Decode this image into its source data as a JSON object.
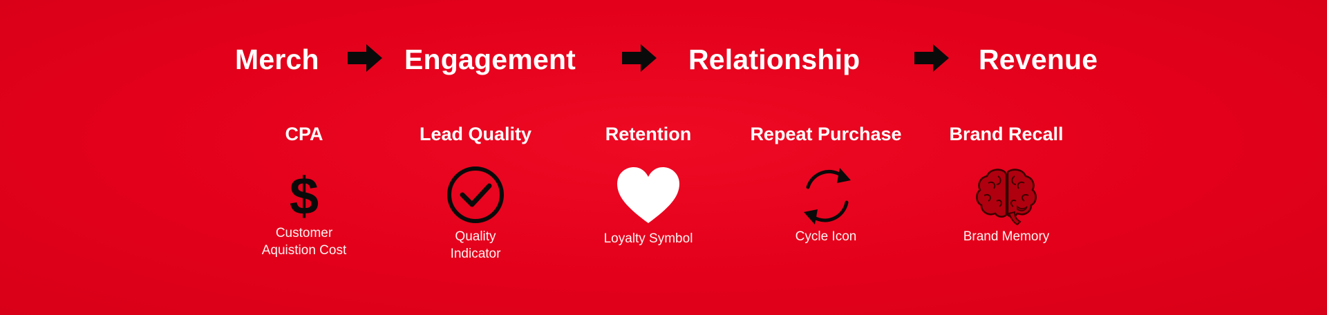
{
  "flow": {
    "steps": [
      "Merch",
      "Engagement",
      "Relationship",
      "Revenue"
    ]
  },
  "metrics": [
    {
      "title": "CPA",
      "icon": "dollar-icon",
      "desc_lines": [
        "Customer",
        "Aquistion Cost"
      ]
    },
    {
      "title": "Lead Quality",
      "icon": "checkmark-circle-icon",
      "desc_lines": [
        "Quality",
        "Indicator"
      ]
    },
    {
      "title": "Retention",
      "icon": "heart-icon",
      "desc_lines": [
        "Loyalty Symbol"
      ]
    },
    {
      "title": "Repeat Purchase",
      "icon": "cycle-arrows-icon",
      "desc_lines": [
        "Cycle Icon"
      ]
    },
    {
      "title": "Brand Recall",
      "icon": "brain-icon",
      "desc_lines": [
        "Brand Memory"
      ]
    }
  ],
  "icons": {
    "dollar_symbol": "$"
  },
  "colors": {
    "background": "#e5001a",
    "text": "#ffffff",
    "icon_dark": "#0a0a0a",
    "brain": "#b0000f"
  }
}
